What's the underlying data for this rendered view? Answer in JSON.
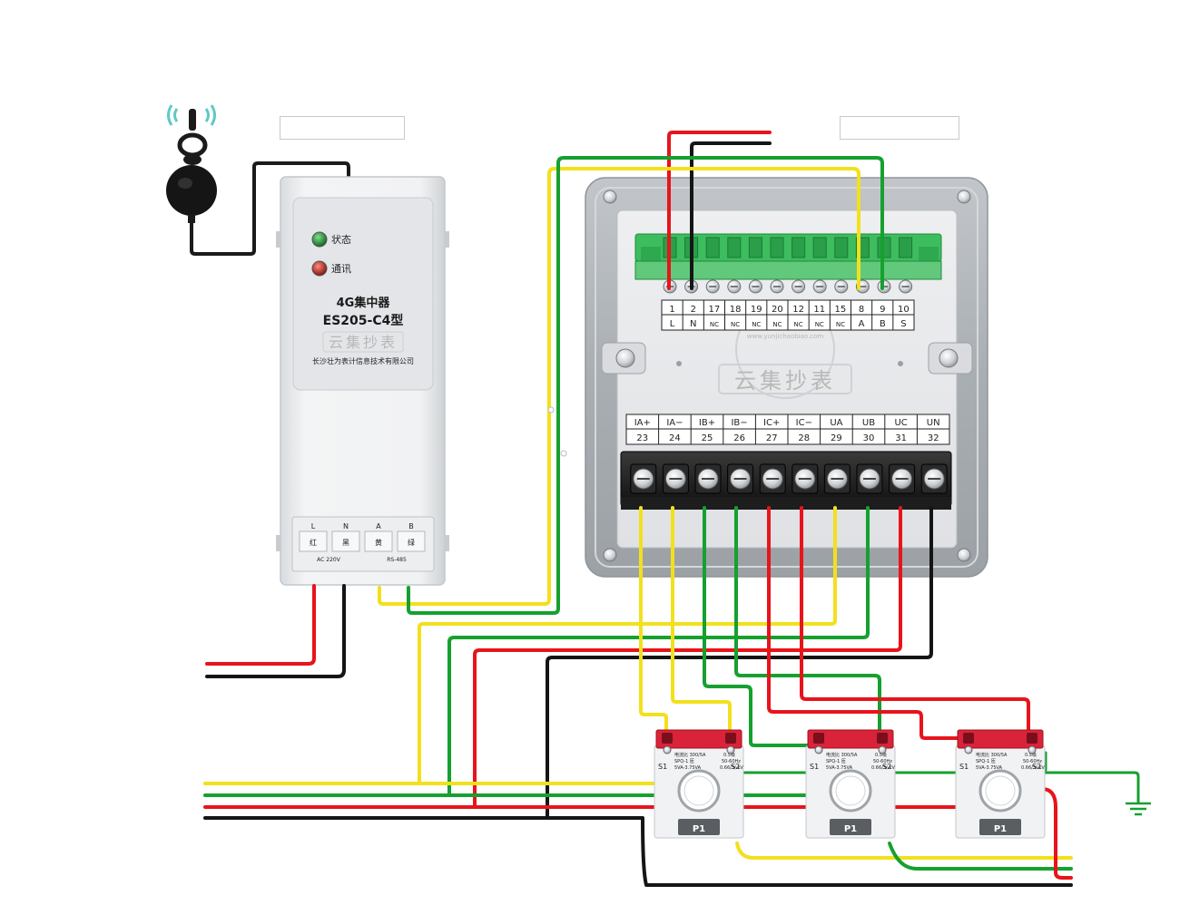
{
  "concentrator": {
    "status_label": "状态",
    "comm_label": "通讯",
    "title": "4G集中器",
    "model": "ES205-C4型",
    "brand_watermark": "云集抄表",
    "company": "长沙壮为表计信息技术有限公司",
    "terminal_letters": [
      "L",
      "N",
      "A",
      "B"
    ],
    "terminal_colors": [
      "红",
      "黑",
      "黄",
      "绿"
    ],
    "power_label": "AC 220V",
    "rs485_label": "RS-485"
  },
  "meter": {
    "top_terminals": [
      {
        "num": "1",
        "sig": "L"
      },
      {
        "num": "2",
        "sig": "N"
      },
      {
        "num": "17",
        "sig": "NC"
      },
      {
        "num": "18",
        "sig": "NC"
      },
      {
        "num": "19",
        "sig": "NC"
      },
      {
        "num": "20",
        "sig": "NC"
      },
      {
        "num": "12",
        "sig": "NC"
      },
      {
        "num": "11",
        "sig": "NC"
      },
      {
        "num": "15",
        "sig": "NC"
      },
      {
        "num": "8",
        "sig": "A"
      },
      {
        "num": "9",
        "sig": "B"
      },
      {
        "num": "10",
        "sig": "S"
      }
    ],
    "bottom_terminals": [
      {
        "sig": "IA+",
        "num": "23"
      },
      {
        "sig": "IA−",
        "num": "24"
      },
      {
        "sig": "IB+",
        "num": "25"
      },
      {
        "sig": "IB−",
        "num": "26"
      },
      {
        "sig": "IC+",
        "num": "27"
      },
      {
        "sig": "IC−",
        "num": "28"
      },
      {
        "sig": "UA",
        "num": "29"
      },
      {
        "sig": "UB",
        "num": "30"
      },
      {
        "sig": "UC",
        "num": "31"
      },
      {
        "sig": "UN",
        "num": "32"
      }
    ],
    "brand_watermark": "云集抄表",
    "url_watermark": "www.yunjichaobiao.com"
  },
  "ct": {
    "label_line1": "电流比 300/5A",
    "label_line2": "SPQ-1 匝",
    "label_line3": "5VA-3.75VA",
    "accuracy": "0.5级",
    "freq": "50-60Hz",
    "voltage": "0.66/3/-kV",
    "s1": "S1",
    "s2": "S2",
    "p1": "P1"
  },
  "wire_colors": {
    "red": "#e8141b",
    "black": "#151515",
    "yellow": "#f2e01c",
    "green": "#16a030"
  }
}
